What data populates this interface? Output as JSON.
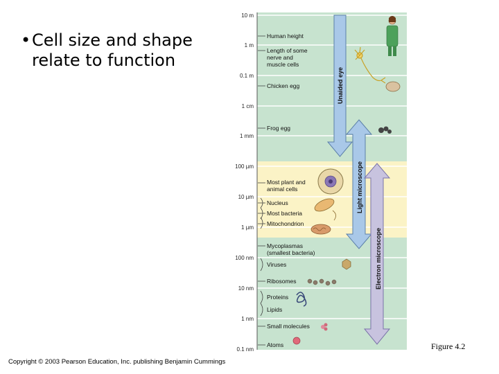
{
  "slide": {
    "bullet_text": "Cell size and shape relate to function",
    "bullet_symbol": "•",
    "figure_caption": "Figure 4.2",
    "copyright": "Copyright © 2003 Pearson Education, Inc. publishing Benjamin Cummings"
  },
  "scale": {
    "ticks": [
      "10 m",
      "1 m",
      "0.1 m",
      "1 cm",
      "1 mm",
      "100 µm",
      "10 µm",
      "1 µm",
      "100 nm",
      "10 nm",
      "1 nm",
      "0.1 nm"
    ]
  },
  "items": {
    "human_height": "Human height",
    "length_line1": "Length of some",
    "length_line2": "nerve and",
    "length_line3": "muscle cells",
    "chicken_egg": "Chicken egg",
    "frog_egg": "Frog egg",
    "plant_line1": "Most plant and",
    "plant_line2": "animal cells",
    "nucleus": "Nucleus",
    "bacteria": "Most bacteria",
    "mitochondrion": "Mitochondrion",
    "myco_line1": "Mycoplasmas",
    "myco_line2": "(smallest bacteria)",
    "viruses": "Viruses",
    "ribosomes": "Ribosomes",
    "proteins": "Proteins",
    "lipids": "Lipids",
    "small_molecules": "Small molecules",
    "atoms": "Atoms"
  },
  "ranges": {
    "unaided_eye": "Unaided eye",
    "light_microscope": "Light microscope",
    "electron_microscope": "Electron microscope"
  },
  "colors": {
    "panel_green": "#c7e3cf",
    "panel_yellow": "#fbf3c6",
    "arrow_blue": "#a9c8e8",
    "arrow_lavender": "#c8c3df"
  }
}
